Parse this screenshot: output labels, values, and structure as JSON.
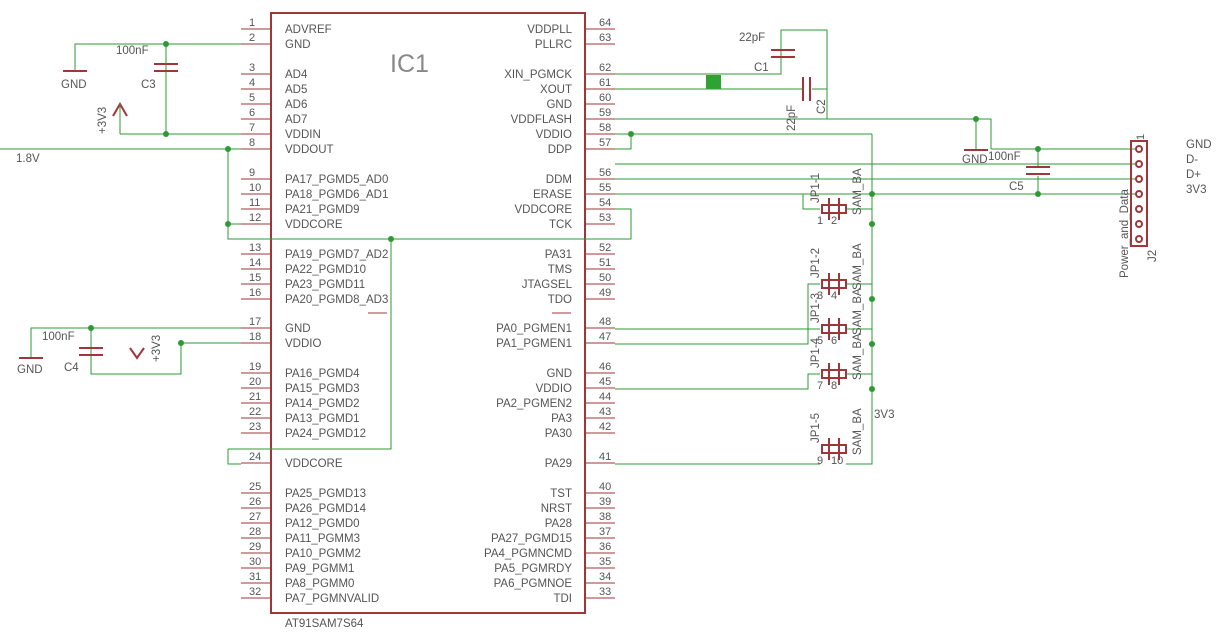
{
  "ic": {
    "name": "IC1",
    "value": "AT91SAM7S64",
    "left_pins": [
      {
        "no": "1",
        "name": "ADVREF"
      },
      {
        "no": "2",
        "name": "GND"
      },
      {
        "no": "3",
        "name": "AD4"
      },
      {
        "no": "4",
        "name": "AD5"
      },
      {
        "no": "5",
        "name": "AD6"
      },
      {
        "no": "6",
        "name": "AD7"
      },
      {
        "no": "7",
        "name": "VDDIN"
      },
      {
        "no": "8",
        "name": "VDDOUT"
      },
      {
        "no": "9",
        "name": "PA17_PGMD5_AD0"
      },
      {
        "no": "10",
        "name": "PA18_PGMD6_AD1"
      },
      {
        "no": "11",
        "name": "PA21_PGMD9"
      },
      {
        "no": "12",
        "name": "VDDCORE"
      },
      {
        "no": "13",
        "name": "PA19_PGMD7_AD2"
      },
      {
        "no": "14",
        "name": "PA22_PGMD10"
      },
      {
        "no": "15",
        "name": "PA23_PGMD11"
      },
      {
        "no": "16",
        "name": "PA20_PGMD8_AD3"
      },
      {
        "no": "17",
        "name": "GND"
      },
      {
        "no": "18",
        "name": "VDDIO"
      },
      {
        "no": "19",
        "name": "PA16_PGMD4"
      },
      {
        "no": "20",
        "name": "PA15_PGMD3"
      },
      {
        "no": "21",
        "name": "PA14_PGMD2"
      },
      {
        "no": "22",
        "name": "PA13_PGMD1"
      },
      {
        "no": "23",
        "name": "PA24_PGMD12"
      },
      {
        "no": "24",
        "name": "VDDCORE"
      },
      {
        "no": "25",
        "name": "PA25_PGMD13"
      },
      {
        "no": "26",
        "name": "PA26_PGMD14"
      },
      {
        "no": "27",
        "name": "PA12_PGMD0"
      },
      {
        "no": "28",
        "name": "PA11_PGMM3"
      },
      {
        "no": "29",
        "name": "PA10_PGMM2"
      },
      {
        "no": "30",
        "name": "PA9_PGMM1"
      },
      {
        "no": "31",
        "name": "PA8_PGMM0"
      },
      {
        "no": "32",
        "name": "PA7_PGMNVALID"
      }
    ],
    "right_pins": [
      {
        "no": "64",
        "name": "VDDPLL"
      },
      {
        "no": "63",
        "name": "PLLRC"
      },
      {
        "no": "62",
        "name": "XIN_PGMCK"
      },
      {
        "no": "61",
        "name": "XOUT"
      },
      {
        "no": "60",
        "name": "GND"
      },
      {
        "no": "59",
        "name": "VDDFLASH"
      },
      {
        "no": "58",
        "name": "VDDIO"
      },
      {
        "no": "57",
        "name": "DDP"
      },
      {
        "no": "56",
        "name": "DDM"
      },
      {
        "no": "55",
        "name": "ERASE"
      },
      {
        "no": "54",
        "name": "VDDCORE"
      },
      {
        "no": "53",
        "name": "TCK"
      },
      {
        "no": "52",
        "name": "PA31"
      },
      {
        "no": "51",
        "name": "TMS"
      },
      {
        "no": "50",
        "name": "JTAGSEL"
      },
      {
        "no": "49",
        "name": "TDO"
      },
      {
        "no": "48",
        "name": "PA0_PGMEN1"
      },
      {
        "no": "47",
        "name": "PA1_PGMEN1"
      },
      {
        "no": "46",
        "name": "GND"
      },
      {
        "no": "45",
        "name": "VDDIO"
      },
      {
        "no": "44",
        "name": "PA2_PGMEN2"
      },
      {
        "no": "43",
        "name": "PA3"
      },
      {
        "no": "42",
        "name": "PA30"
      },
      {
        "no": "41",
        "name": "PA29"
      },
      {
        "no": "40",
        "name": "TST"
      },
      {
        "no": "39",
        "name": "NRST"
      },
      {
        "no": "38",
        "name": "PA28"
      },
      {
        "no": "37",
        "name": "PA27_PGMD15"
      },
      {
        "no": "36",
        "name": "PA4_PGMNCMD"
      },
      {
        "no": "35",
        "name": "PA5_PGMRDY"
      },
      {
        "no": "34",
        "name": "PA6_PGMNOE"
      },
      {
        "no": "33",
        "name": "TDI"
      }
    ]
  },
  "labels": {
    "c3_val": "100nF",
    "c3_name": "C3",
    "gnd_top": "GND",
    "v33_a": "+3V3",
    "net_1v8": "1.8V",
    "c4_val": "100nF",
    "c4_name": "C4",
    "gnd_left": "GND",
    "v33_b": "+3V3",
    "c1_val": "22pF",
    "c1_name": "C1",
    "c2_val": "22pF",
    "c2_name": "C2",
    "gnd_right": "GND",
    "c5_val": "100nF",
    "c5_name": "C5",
    "j2_name": "J2",
    "j2_value": "Power_and_Data",
    "j2_pin1": "1",
    "net_gnd": "GND",
    "net_dm": "D-",
    "net_dp": "D+",
    "net_3v3": "3V3",
    "jp_names": [
      "JP1-1",
      "JP1-2",
      "JP1-3",
      "JP1-4",
      "JP1-5"
    ],
    "jp_value": "SAM_BA",
    "jp_pins": [
      [
        "1",
        "2"
      ],
      [
        "3",
        "4"
      ],
      [
        "5",
        "6"
      ],
      [
        "7",
        "8"
      ],
      [
        "9",
        "10"
      ]
    ],
    "net_3v3_jp": "3V3"
  }
}
